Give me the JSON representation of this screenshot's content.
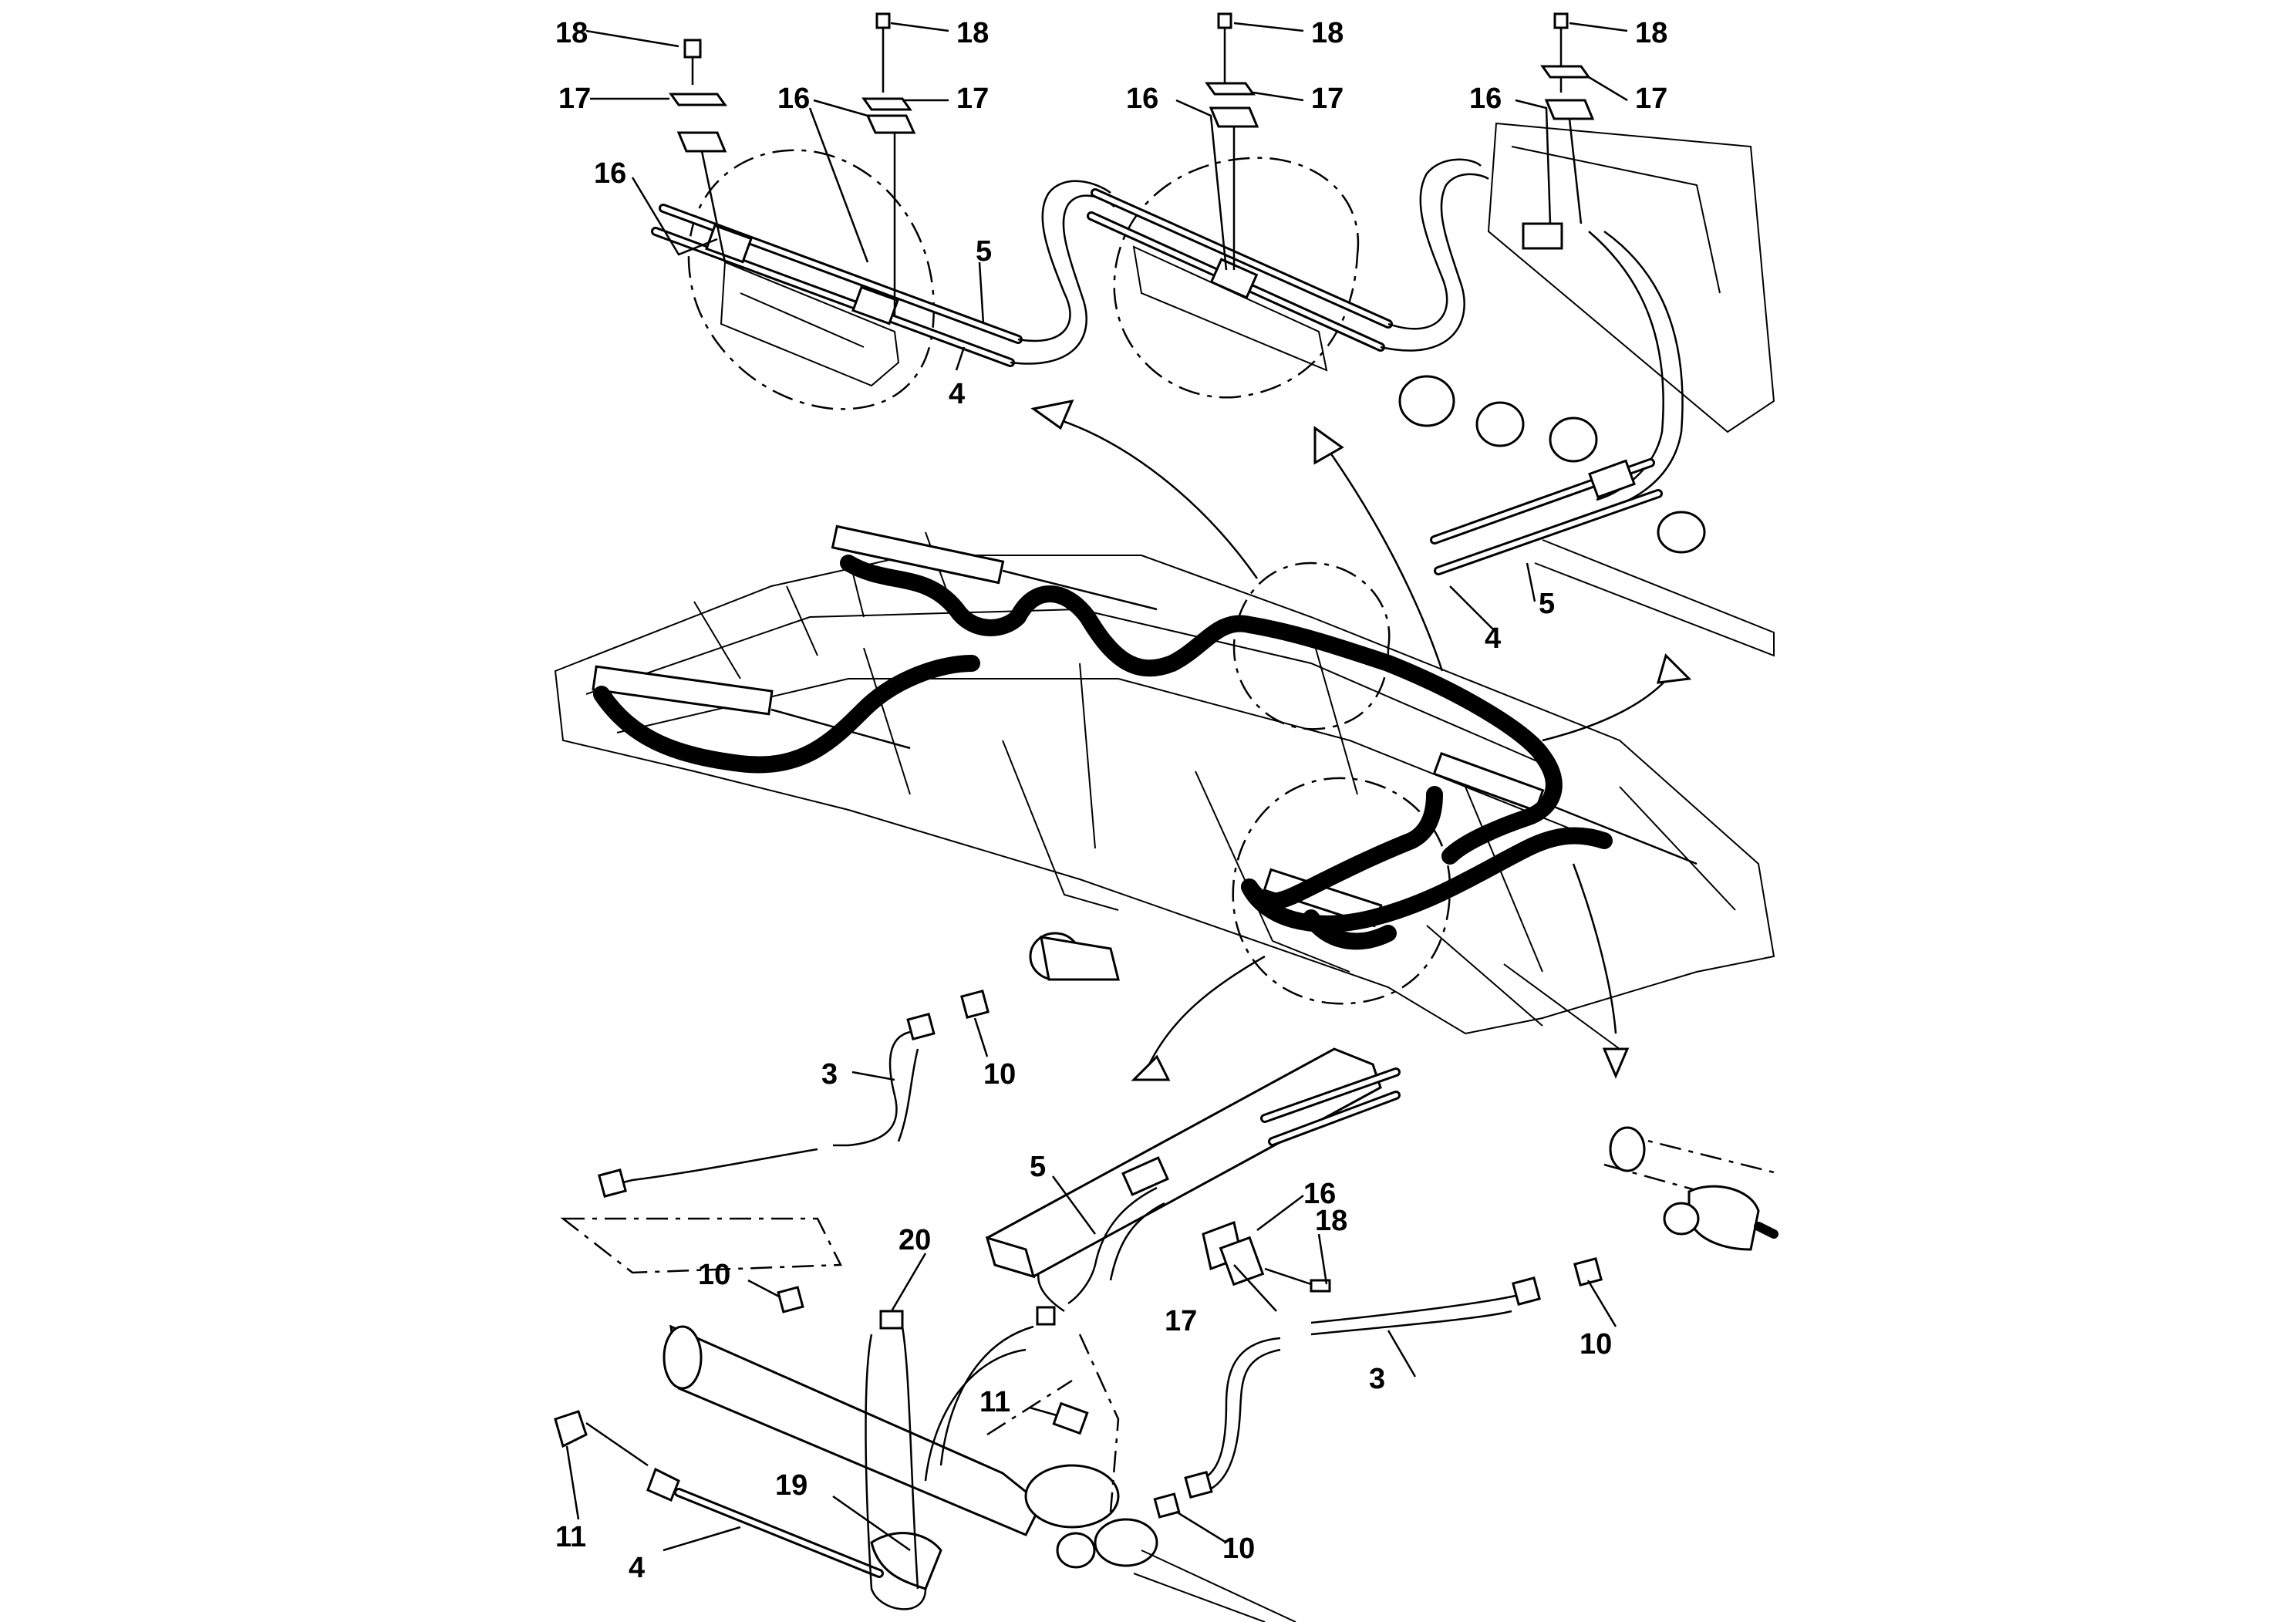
{
  "diagram": {
    "callouts": [
      {
        "id": "c1",
        "text": "18"
      },
      {
        "id": "c2",
        "text": "17"
      },
      {
        "id": "c3",
        "text": "16"
      },
      {
        "id": "c4",
        "text": "18"
      },
      {
        "id": "c5",
        "text": "16"
      },
      {
        "id": "c6",
        "text": "17"
      },
      {
        "id": "c7",
        "text": "5"
      },
      {
        "id": "c8",
        "text": "4"
      },
      {
        "id": "c9",
        "text": "18"
      },
      {
        "id": "c10",
        "text": "16"
      },
      {
        "id": "c11",
        "text": "17"
      },
      {
        "id": "c12",
        "text": "18"
      },
      {
        "id": "c13",
        "text": "16"
      },
      {
        "id": "c14",
        "text": "17"
      },
      {
        "id": "c15",
        "text": "5"
      },
      {
        "id": "c16",
        "text": "4"
      },
      {
        "id": "c17",
        "text": "3"
      },
      {
        "id": "c18",
        "text": "10"
      },
      {
        "id": "c19",
        "text": "5"
      },
      {
        "id": "c20",
        "text": "16"
      },
      {
        "id": "c21",
        "text": "18"
      },
      {
        "id": "c22",
        "text": "17"
      },
      {
        "id": "c23",
        "text": "20"
      },
      {
        "id": "c24",
        "text": "10"
      },
      {
        "id": "c25",
        "text": "11"
      },
      {
        "id": "c26",
        "text": "3"
      },
      {
        "id": "c27",
        "text": "10"
      },
      {
        "id": "c28",
        "text": "19"
      },
      {
        "id": "c29",
        "text": "11"
      },
      {
        "id": "c30",
        "text": "4"
      },
      {
        "id": "c31",
        "text": "10"
      }
    ]
  }
}
